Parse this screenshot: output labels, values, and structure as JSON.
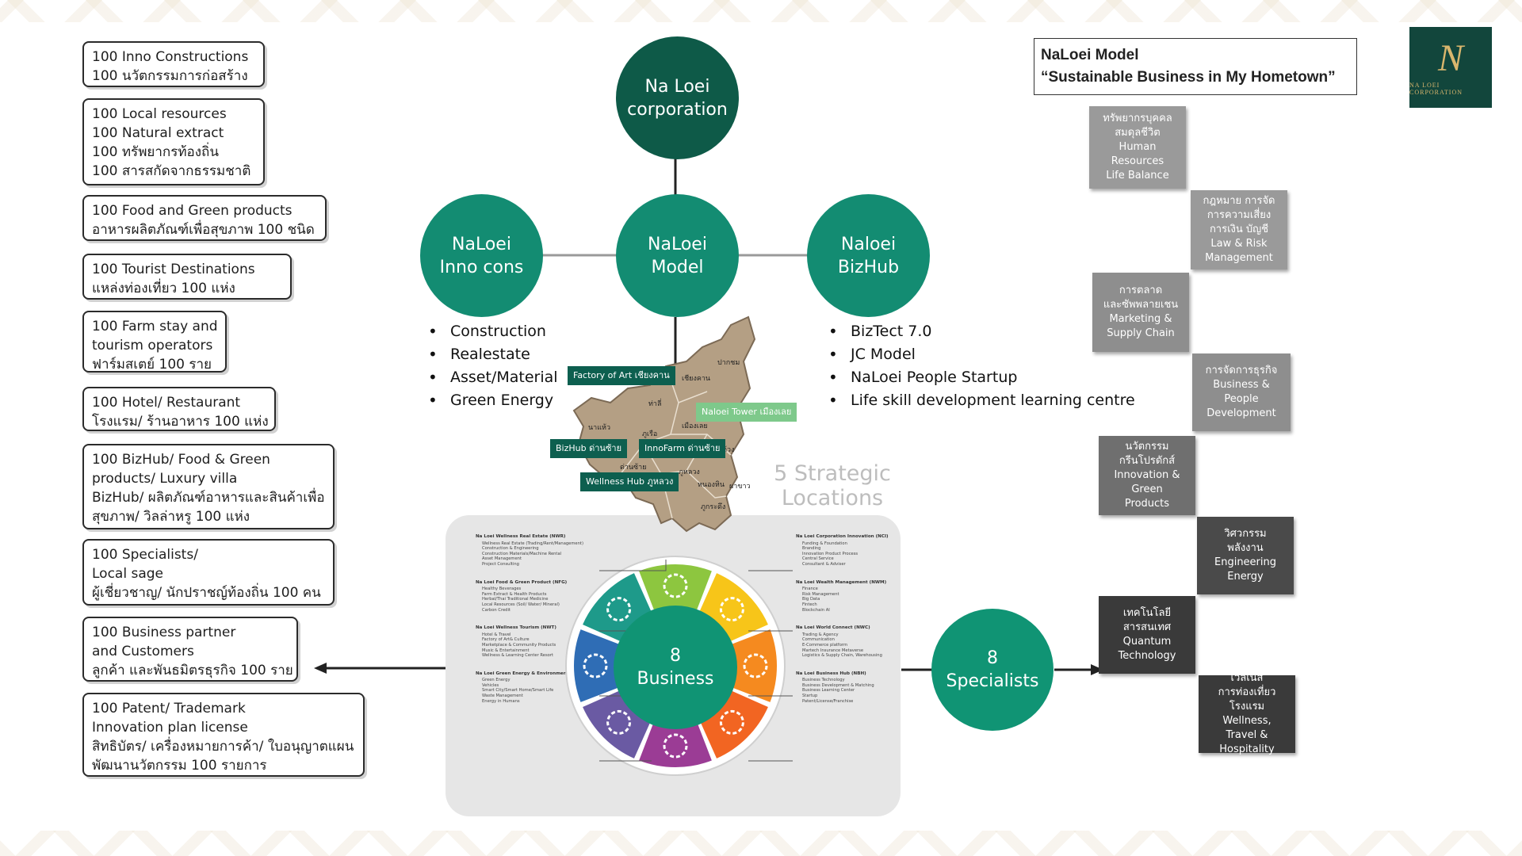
{
  "title": {
    "line1": "NaLoei Model",
    "line2": "“Sustainable Business in My Hometown”"
  },
  "logo": {
    "monogram": "N",
    "text": "NA LOEI CORPORATION"
  },
  "left_boxes": [
    {
      "lines": [
        "100 Inno Constructions",
        "100 นวัตกรรมการก่อสร้าง"
      ]
    },
    {
      "lines": [
        "100 Local resources",
        "100 Natural extract",
        "100 ทรัพยากรท้องถิ่น",
        "100 สารสกัดจากธรรมชาติ"
      ]
    },
    {
      "lines": [
        "100 Food and Green products",
        "อาหารผลิตภัณฑ์เพื่อสุขภาพ 100 ชนิด"
      ]
    },
    {
      "lines": [
        "100 Tourist Destinations",
        "แหล่งท่องเที่ยว 100 แห่ง"
      ]
    },
    {
      "lines": [
        "100 Farm stay and",
        "tourism operators",
        "ฟาร์มสเตย์ 100 ราย"
      ]
    },
    {
      "lines": [
        "100 Hotel/ Restaurant",
        "โรงแรม/ ร้านอาหาร  100 แห่ง"
      ]
    },
    {
      "lines": [
        "100 BizHub/ Food & Green",
        "products/ Luxury villa",
        "BizHub/ ผลิตภัณฑ์อาหารและสินค้าเพื่อ",
        "สุขภาพ/ วิลล่าหรู 100 แห่ง"
      ]
    },
    {
      "lines": [
        "100 Specialists/",
        "Local sage",
        "ผู้เชี่ยวชาญ/ นักปราชญ์ท้องถิ่น 100 คน"
      ]
    },
    {
      "lines": [
        "100 Business partner",
        "and Customers",
        "ลูกค้า และพันธมิตรธุรกิจ 100 ราย"
      ]
    },
    {
      "lines": [
        "100 Patent/ Trademark",
        "Innovation plan license",
        "สิทธิบัตร/ เครื่องหมายการค้า/ ใบอนุญาตแผน",
        "พัฒนานวัตกรรม 100 รายการ"
      ]
    }
  ],
  "circles": {
    "corporation": [
      "Na Loei",
      "corporation"
    ],
    "model": [
      "NaLoei",
      "Model"
    ],
    "innocons": [
      "NaLoei",
      "Inno cons"
    ],
    "bizhub": [
      "Naloei",
      "BizHub"
    ],
    "business": [
      "8",
      "Business"
    ],
    "specialists": [
      "8",
      "Specialists"
    ]
  },
  "innocons_bullets": [
    "Construction",
    "Realestate",
    "Asset/Material",
    "Green Energy"
  ],
  "bizhub_bullets": [
    "BizTect 7.0",
    "JC Model",
    "NaLoei People Startup",
    "Life skill development learning centre"
  ],
  "strategic": [
    "5 Strategic",
    "Locations"
  ],
  "map_tags": {
    "factory": "Factory of Art เชียงคาน",
    "tower": "Naloei Tower เมืองเลย",
    "bizhub": "BizHub ด่านซ้าย",
    "innofarm": "InnoFarm ด่านซ้าย",
    "wellness": "Wellness Hub ภูหลวง"
  },
  "map_labels": [
    "ปากชม",
    "เชียงคาน",
    "ท่าลี่",
    "เมืองเลย",
    "นาแห้ว",
    "ภูเรือ",
    "นาด้วง",
    "ด่านซ้าย",
    "ภูหลวง",
    "หนองหิน",
    "ผาขาว",
    "ภูกระดึง"
  ],
  "specialist_boxes": [
    {
      "lines": [
        "ทรัพยากรบุคคล",
        "สมดุลชีวิต",
        "Human",
        "Resources",
        "Life Balance"
      ]
    },
    {
      "lines": [
        "กฎหมาย การจัด",
        "การความเสี่ยง",
        "การเงิน บัญชี",
        "Law & Risk",
        "Management"
      ]
    },
    {
      "lines": [
        "การตลาด",
        "และซัพพลายเชน",
        "Marketing &",
        "Supply Chain"
      ]
    },
    {
      "lines": [
        "การจัดการธุรกิจ",
        "Business &",
        "People",
        "Development"
      ]
    },
    {
      "lines": [
        "นวัตกรรม",
        "กรีนโปรดักส์",
        "Innovation &",
        "Green",
        "Products"
      ]
    },
    {
      "lines": [
        "วิศวกรรม",
        "พลังงาน",
        "Engineering",
        "Energy"
      ]
    },
    {
      "lines": [
        "เทคโนโลยี",
        "สารสนเทศ",
        "Quantum",
        "Technology"
      ]
    },
    {
      "lines": [
        "เวลเนส",
        "การท่องเที่ยว",
        "โรงแรม",
        "Wellness,",
        "Travel &",
        "Hospitality"
      ]
    }
  ],
  "business_left": [
    {
      "title": "Na Loei Wellness Real Estate (NWR)",
      "items": [
        "Wellness Real Estate (Trading/Rent/Management)",
        "Construction & Engineering",
        "Construction Materials/Machine Rental",
        "Asset Management",
        "Project Consulting"
      ]
    },
    {
      "title": "Na Loei Food & Green Product (NFG)",
      "items": [
        "Healthy Beverages",
        "Farm Extract & Health Products",
        "Herbal/Thai Traditional Medicine",
        "Local Resources (Soil/ Water/ Mineral)",
        "Carbon Credit"
      ]
    },
    {
      "title": "Na Loei Wellness Tourism (NWT)",
      "items": [
        "Hotel & Travel",
        "Factory of Art& Culture",
        "Marketplace & Community Products",
        "Music & Entertainment",
        "Wellness & Learning Center Resort"
      ]
    },
    {
      "title": "Na Loei Green Energy & Environment (NGE)",
      "items": [
        "Green Energy",
        "Vehicles",
        "Smart City/Smart Home/Smart Life",
        "Waste Management",
        "Energy in Humans"
      ]
    }
  ],
  "business_right": [
    {
      "title": "Na Loei Corporation Innovation (NCI)",
      "items": [
        "Funding & Foundation",
        "Branding",
        "Innovation Product Process",
        "Central Service",
        "Consultant & Adviser"
      ]
    },
    {
      "title": "Na Loei Wealth Management (NWM)",
      "items": [
        "Finance",
        "Risk Management",
        "Big Data",
        "Fintech",
        "Blockchain AI"
      ]
    },
    {
      "title": "Na Loei World Connect (NWC)",
      "items": [
        "Trading & Agency",
        "Communication",
        "E-Commerce platform",
        "Martech Insurance Metaverse",
        "Logistics & Supply Chain, Warehousing"
      ]
    },
    {
      "title": "Na Loei Business Hub (NBH)",
      "items": [
        "Business Technology",
        "Business Development & Matching",
        "Business Learning Center",
        "Startup",
        "Patent/License/Franchise"
      ]
    }
  ],
  "colors": {
    "dark_green": "#0e5a48",
    "teal": "#138c72",
    "wheel": [
      "#8dc63f",
      "#f7c519",
      "#f58a1f",
      "#f26522",
      "#9b3c95",
      "#6a5aa3",
      "#2f6db5",
      "#1e9a8a"
    ]
  }
}
